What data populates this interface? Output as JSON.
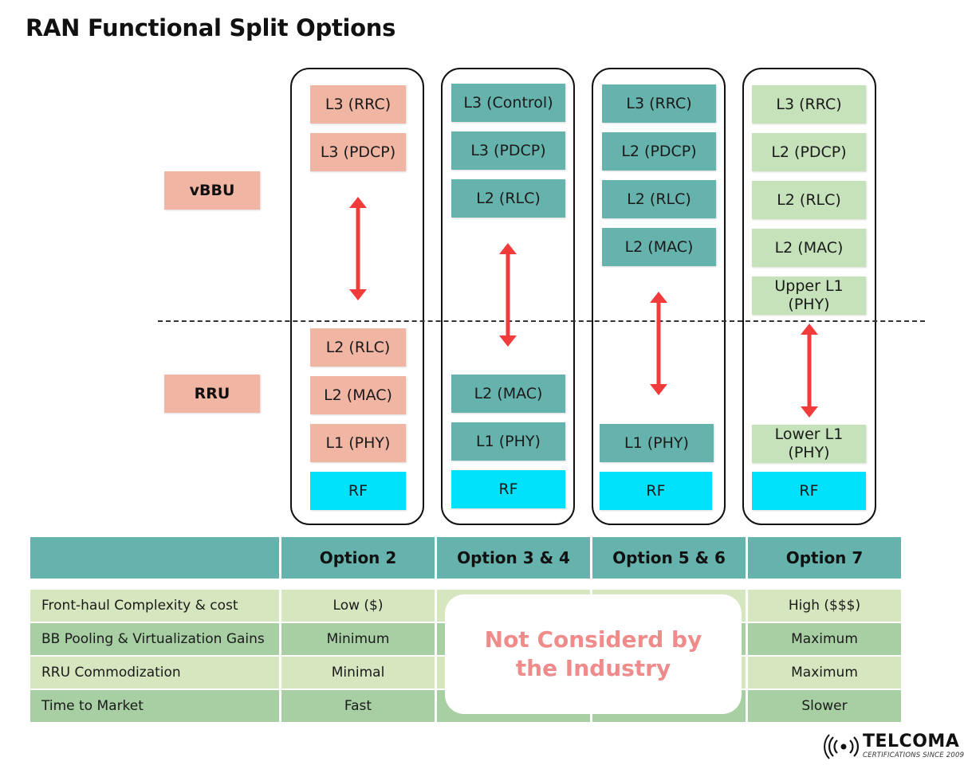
{
  "title": "RAN Functional Split Options",
  "row_labels": {
    "top": "vBBU",
    "bottom": "RRU"
  },
  "colors": {
    "salmon": "#f0b5a3",
    "teal": "#66b2ac",
    "light_green": "#c6e2bb",
    "cyan": "#00e1fb",
    "arrow": "#f23b3b",
    "note_text": "#f08b8b"
  },
  "columns": [
    {
      "name": "Option 2",
      "top": [
        "L3 (RRC)",
        "L3 (PDCP)"
      ],
      "bottom": [
        "L2 (RLC)",
        "L2 (MAC)",
        "L1 (PHY)",
        "RF"
      ]
    },
    {
      "name": "Option 3 & 4",
      "top": [
        "L3 (Control)",
        "L3 (PDCP)",
        "L2 (RLC)"
      ],
      "bottom": [
        "L2 (MAC)",
        "L1 (PHY)",
        "RF"
      ]
    },
    {
      "name": "Option 5 & 6",
      "top": [
        "L3 (RRC)",
        "L2 (PDCP)",
        "L2 (RLC)",
        "L2 (MAC)"
      ],
      "bottom": [
        "L1 (PHY)",
        "RF"
      ]
    },
    {
      "name": "Option 7",
      "top": [
        "L3 (RRC)",
        "L2 (PDCP)",
        "L2 (RLC)",
        "L2 (MAC)",
        "Upper L1 (PHY)"
      ],
      "bottom": [
        "Lower L1 (PHY)",
        "RF"
      ]
    }
  ],
  "table": {
    "headers": [
      "",
      "Option 2",
      "Option 3 & 4",
      "Option 5 & 6",
      "Option 7"
    ],
    "rows": [
      {
        "label": "Front-haul Complexity & cost",
        "option2": "Low ($)",
        "option7": "High ($$$)"
      },
      {
        "label": "BB Pooling & Virtualization Gains",
        "option2": "Minimum",
        "option7": "Maximum"
      },
      {
        "label": "RRU Commodization",
        "option2": "Minimal",
        "option7": "Maximum"
      },
      {
        "label": "Time to Market",
        "option2": "Fast",
        "option7": "Slower"
      }
    ]
  },
  "note": "Not Considerd by the Industry",
  "logo": {
    "name": "TELCOMA",
    "tagline": "CERTIFICATIONS SINCE 2009",
    "icon": "signal-waves-icon"
  }
}
